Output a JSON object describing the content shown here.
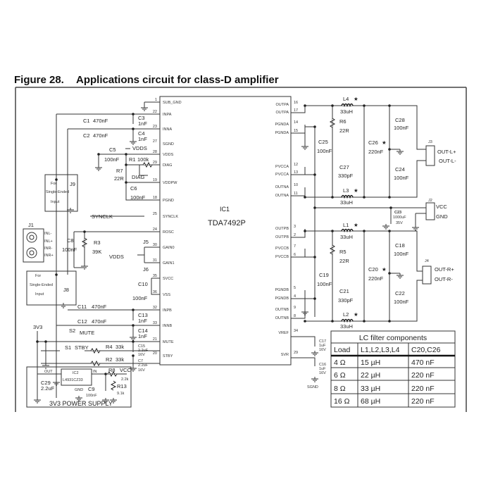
{
  "figure": {
    "number": "Figure 28.",
    "title": "Applications circuit for class-D amplifier"
  },
  "ic": {
    "ref": "IC1",
    "part": "TDA7492P",
    "left_pins": [
      {
        "num": "1",
        "name": "SUB_GND"
      },
      {
        "num": "22",
        "name": "INPA"
      },
      {
        "num": "23",
        "name": "INNA"
      },
      {
        "num": "27",
        "name": "SGND"
      },
      {
        "num": "28",
        "name": "VDDS"
      },
      {
        "num": "29",
        "name": "DIAG"
      },
      {
        "num": "19",
        "name": "VDDPW"
      },
      {
        "num": "18",
        "name": "PGND"
      },
      {
        "num": "25",
        "name": "SYNCLK"
      },
      {
        "num": "24",
        "name": "ROSC"
      },
      {
        "num": "30",
        "name": "GAIN0"
      },
      {
        "num": "31",
        "name": "GAIN1"
      },
      {
        "num": "35",
        "name": "SVCC"
      },
      {
        "num": "36",
        "name": "VSS"
      },
      {
        "num": "32",
        "name": "INPB"
      },
      {
        "num": "33",
        "name": "INNB"
      },
      {
        "num": "21",
        "name": "MUTE"
      },
      {
        "num": "20",
        "name": "STBY"
      }
    ],
    "right_pins": [
      {
        "num": "16",
        "name": "OUTPA"
      },
      {
        "num": "17",
        "name": "OUTPA"
      },
      {
        "num": "14",
        "name": "PGNDA"
      },
      {
        "num": "15",
        "name": "PGNDA"
      },
      {
        "num": "12",
        "name": "PVCCA"
      },
      {
        "num": "13",
        "name": "PVCCA"
      },
      {
        "num": "10",
        "name": "OUTNA"
      },
      {
        "num": "11",
        "name": "OUTNA"
      },
      {
        "num": "3",
        "name": "OUTPB"
      },
      {
        "num": "2",
        "name": "OUTPB"
      },
      {
        "num": "7",
        "name": "PVCCB"
      },
      {
        "num": "6",
        "name": "PVCCB"
      },
      {
        "num": "5",
        "name": "PGNDB"
      },
      {
        "num": "4",
        "name": "PGNDB"
      },
      {
        "num": "9",
        "name": "OUTNB"
      },
      {
        "num": "8",
        "name": "OUTNB"
      },
      {
        "num": "34",
        "name": "VREF"
      },
      {
        "num": "29",
        "name": "SVR"
      }
    ]
  },
  "parts": {
    "c1": "C1",
    "c1v": "470nF",
    "c2": "C2",
    "c2v": "470nF",
    "c3": "C3",
    "c3v": "1nF",
    "c4": "C4",
    "c4v": "1nF",
    "c5": "C5",
    "c5v": "100nF",
    "r1": "R1",
    "r1v": "100k",
    "vdds1": "VDDS",
    "r7": "R7",
    "r7v": "22R",
    "diag": "DIAG",
    "c6": "C6",
    "c6v": "100nF",
    "synclk": "SYNCLK",
    "c8": "C8",
    "c8v": "100nF",
    "r3": "R3",
    "r3v": "39K",
    "j5": "J5",
    "j6": "J6",
    "vdds2": "VDDS",
    "c10": "C10",
    "c10v": "100nF",
    "c11": "C11",
    "c11v": "470nF",
    "c12": "C12",
    "c12v": "470nF",
    "c13": "C13",
    "c13v": "1nF",
    "c14": "C14",
    "c14v": "1nF",
    "v3v3": "3V3",
    "s2": "S2",
    "mute": "MUTE",
    "s1": "S1",
    "stby": "STBY",
    "r4": "R4",
    "r4v": "33k",
    "r2": "R2",
    "r2v": "33k",
    "c15": "C15",
    "c15v": "2.2uF",
    "c15r": "16V",
    "c7": "C7",
    "c7v": "2.2uF",
    "c7r": "16V",
    "out": "OUT",
    "ic2": "IC2",
    "ic2p": "L4931CZ33",
    "in": "IN",
    "gnd2": "GND",
    "c29": "C29",
    "c29v": "2.2uF",
    "c9": "C9",
    "c9v": "100nF",
    "r8": "R8",
    "r8v": "2.2k",
    "r13": "R13",
    "r13v": "9.1k",
    "vcc1": "VCC",
    "psu": "3V3 POWER SUPPLY",
    "j1": "J1",
    "j1a": "INL-",
    "j1b": "INL+",
    "j1c": "INR-",
    "j1d": "INR+",
    "se_for": "For",
    "se_single": "Single-Ended",
    "se_input": "Input",
    "j9": "J9",
    "j8": "J8",
    "l4": "L4",
    "l4v": "33uH",
    "r6": "R6",
    "r6v": "22R",
    "c25": "C25",
    "c25v": "100nF",
    "c27": "C27",
    "c27v": "330pF",
    "c26": "C26",
    "c26v": "220nF",
    "c28": "C28",
    "c28v": "100nF",
    "c24": "C24",
    "c24v": "100nF",
    "l3": "L3",
    "l3v": "33uH",
    "j3": "J3",
    "outlp": "OUT-L+",
    "outlm": "OUT-L-",
    "j2": "J2",
    "vcc2": "VCC",
    "gnd": "GND",
    "c23": "C23",
    "c23v": "1000uF",
    "c23r": "35V",
    "l1": "L1",
    "l1v": "33uH",
    "r5": "R5",
    "r5v": "22R",
    "c19": "C19",
    "c19v": "100nF",
    "c21": "C21",
    "c21v": "330pF",
    "c20": "C20",
    "c20v": "220nF",
    "c18": "C18",
    "c18v": "100nF",
    "c22": "C22",
    "c22v": "100nF",
    "l2": "L2",
    "l2v": "33uH",
    "j4": "J4",
    "outrp": "OUT-R+",
    "outrm": "OUT-R-",
    "c17": "C17",
    "c17v": "1uF",
    "c17r": "16V",
    "c16": "C16",
    "c16v": "1uF",
    "c16r": "16V",
    "sgnd": "SGND",
    "star": "★"
  },
  "lc_table": {
    "title": "LC filter components",
    "headers": [
      "Load",
      "L1,L2,L3,L4",
      "C20,C26"
    ],
    "rows": [
      [
        "4 Ω",
        "15 µH",
        "470 nF"
      ],
      [
        "6 Ω",
        "22 µH",
        "220 nF"
      ],
      [
        "8 Ω",
        "33 µH",
        "220 nF"
      ],
      [
        "16 Ω",
        "68 µH",
        "220 nF"
      ]
    ]
  }
}
